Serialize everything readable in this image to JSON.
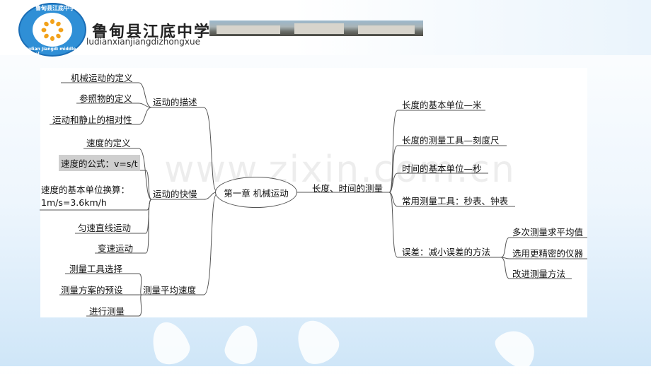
{
  "header": {
    "school_name": "鲁甸县江底中学",
    "school_pinyin": "ludianxianjiangdizhongxue",
    "logo_text_top": "鲁甸县江底中学",
    "logo_text_bottom": "Ludian Jiangdi middle school"
  },
  "watermark": "www.zixin.com.cn",
  "mindmap": {
    "center": "第一章 机械运动",
    "left": [
      {
        "label": "运动的描述",
        "children": [
          "机械运动的定义",
          "参照物的定义",
          "运动和静止的相对性"
        ]
      },
      {
        "label": "运动的快慢",
        "children": [
          "速度的定义",
          "速度的公式：v=s/t",
          "速度的基本单位换算：",
          "1m/s=3.6km/h",
          "匀速直线运动",
          "变速运动"
        ]
      },
      {
        "label": "测量平均速度",
        "children": [
          "测量工具选择",
          "测量方案的预设",
          "进行测量"
        ]
      }
    ],
    "right": {
      "label": "长度、时间的测量",
      "children": [
        "长度的基本单位—米",
        "长度的测量工具—刻度尺",
        "时间的基本单位—秒",
        "常用测量工具：秒表、钟表"
      ],
      "error": {
        "label": "误差：减小误差的方法",
        "children": [
          "多次测量求平均值",
          "选用更精密的仪器",
          "改进测量方法"
        ]
      }
    }
  }
}
